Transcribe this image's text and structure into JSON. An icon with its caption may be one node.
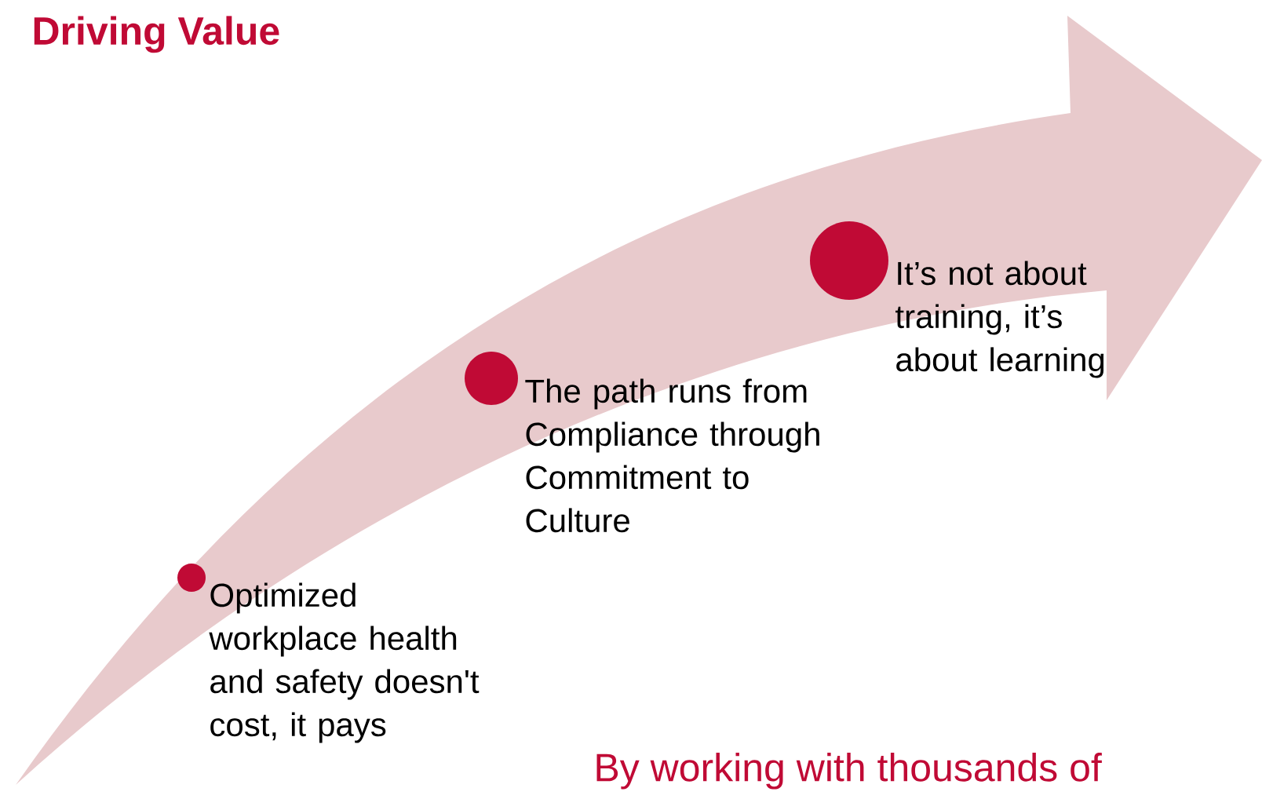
{
  "diagram": {
    "title": "Driving Value",
    "nodes": [
      {
        "text": [
          "Optimized workplace health and safety doesn't cost, it pays"
        ]
      },
      {
        "text": [
          "The path runs from Compliance through Commitment to Culture"
        ]
      },
      {
        "text": [
          "It’s not about training, it’s about learning"
        ]
      }
    ],
    "edges": [],
    "labels": [
      "By working with thousands of"
    ]
  }
}
